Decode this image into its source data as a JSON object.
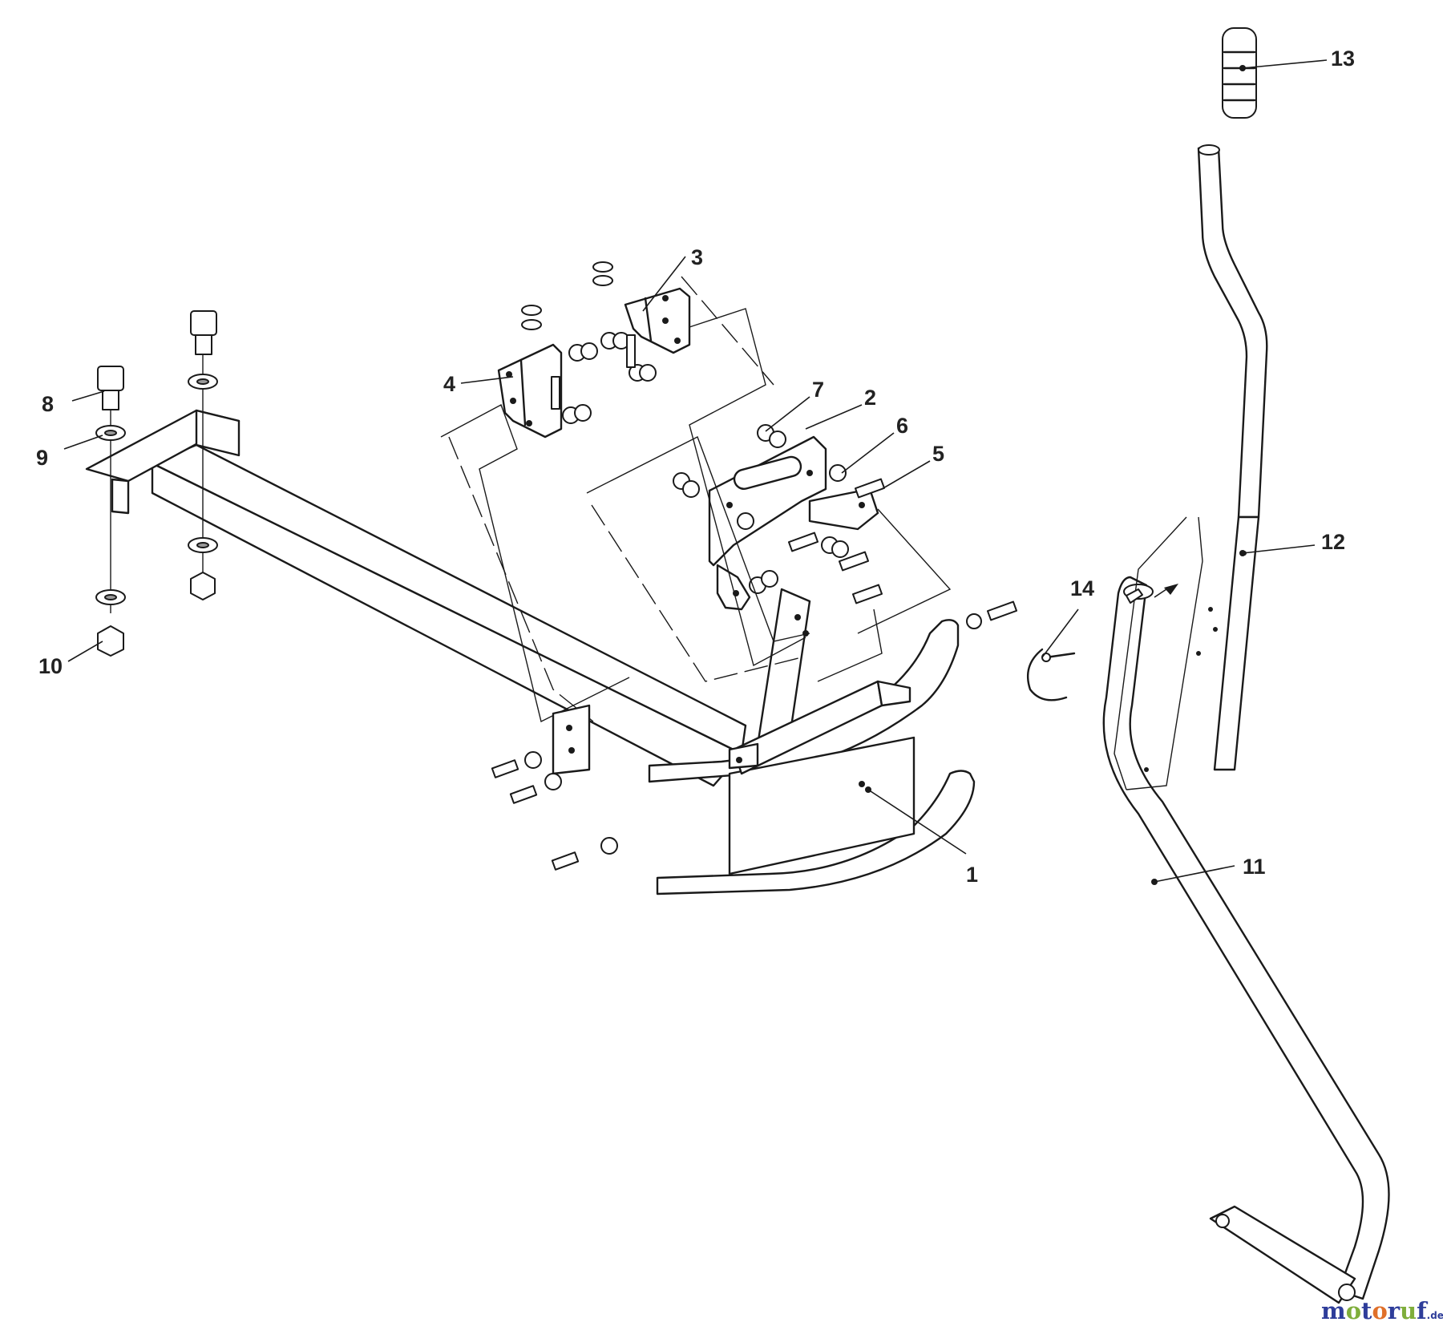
{
  "callouts": [
    {
      "id": "1",
      "label": "1"
    },
    {
      "id": "2",
      "label": "2"
    },
    {
      "id": "3",
      "label": "3"
    },
    {
      "id": "4",
      "label": "4"
    },
    {
      "id": "5",
      "label": "5"
    },
    {
      "id": "6",
      "label": "6"
    },
    {
      "id": "7",
      "label": "7"
    },
    {
      "id": "8",
      "label": "8"
    },
    {
      "id": "9",
      "label": "9"
    },
    {
      "id": "10",
      "label": "10"
    },
    {
      "id": "11",
      "label": "11"
    },
    {
      "id": "12",
      "label": "12"
    },
    {
      "id": "13",
      "label": "13"
    },
    {
      "id": "14",
      "label": "14"
    }
  ],
  "watermark": {
    "letters": [
      "m",
      "o",
      "t",
      "o",
      "r",
      "u",
      "f"
    ],
    "letter_colors": [
      "#2e3d9a",
      "#7fae3b",
      "#2e3d9a",
      "#e0702a",
      "#2e3d9a",
      "#7fae3b",
      "#2e3d9a"
    ],
    "suffix": ".de"
  }
}
